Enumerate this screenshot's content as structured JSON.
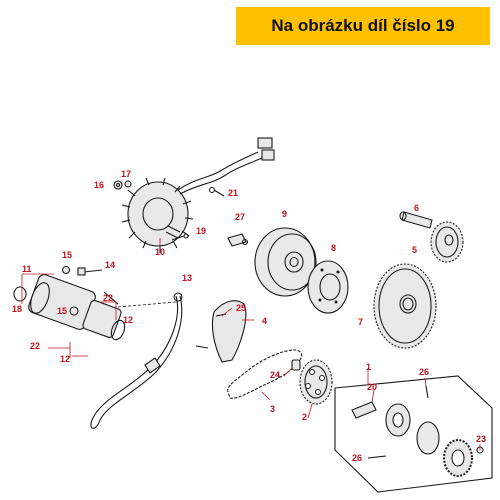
{
  "banner": {
    "text": "Na obrázku díl číslo 19",
    "color": "#ffc000"
  },
  "colors": {
    "callout": "#c0121f",
    "line": "#1a1a1a"
  },
  "callouts": {
    "c1": "1",
    "c2": "2",
    "c3": "3",
    "c4": "4",
    "c5": "5",
    "c6": "6",
    "c7": "7",
    "c8": "8",
    "c9": "9",
    "c10": "10",
    "c11": "11",
    "c12a": "12",
    "c12b": "12",
    "c13": "13",
    "c14": "14",
    "c15a": "15",
    "c15b": "15",
    "c16": "16",
    "c17": "17",
    "c18": "18",
    "c19": "19",
    "c20": "20",
    "c21": "21",
    "c22a": "22",
    "c22b": "22",
    "c23": "23",
    "c24": "24",
    "c25": "25",
    "c26a": "26",
    "c26b": "26",
    "c27": "27"
  }
}
